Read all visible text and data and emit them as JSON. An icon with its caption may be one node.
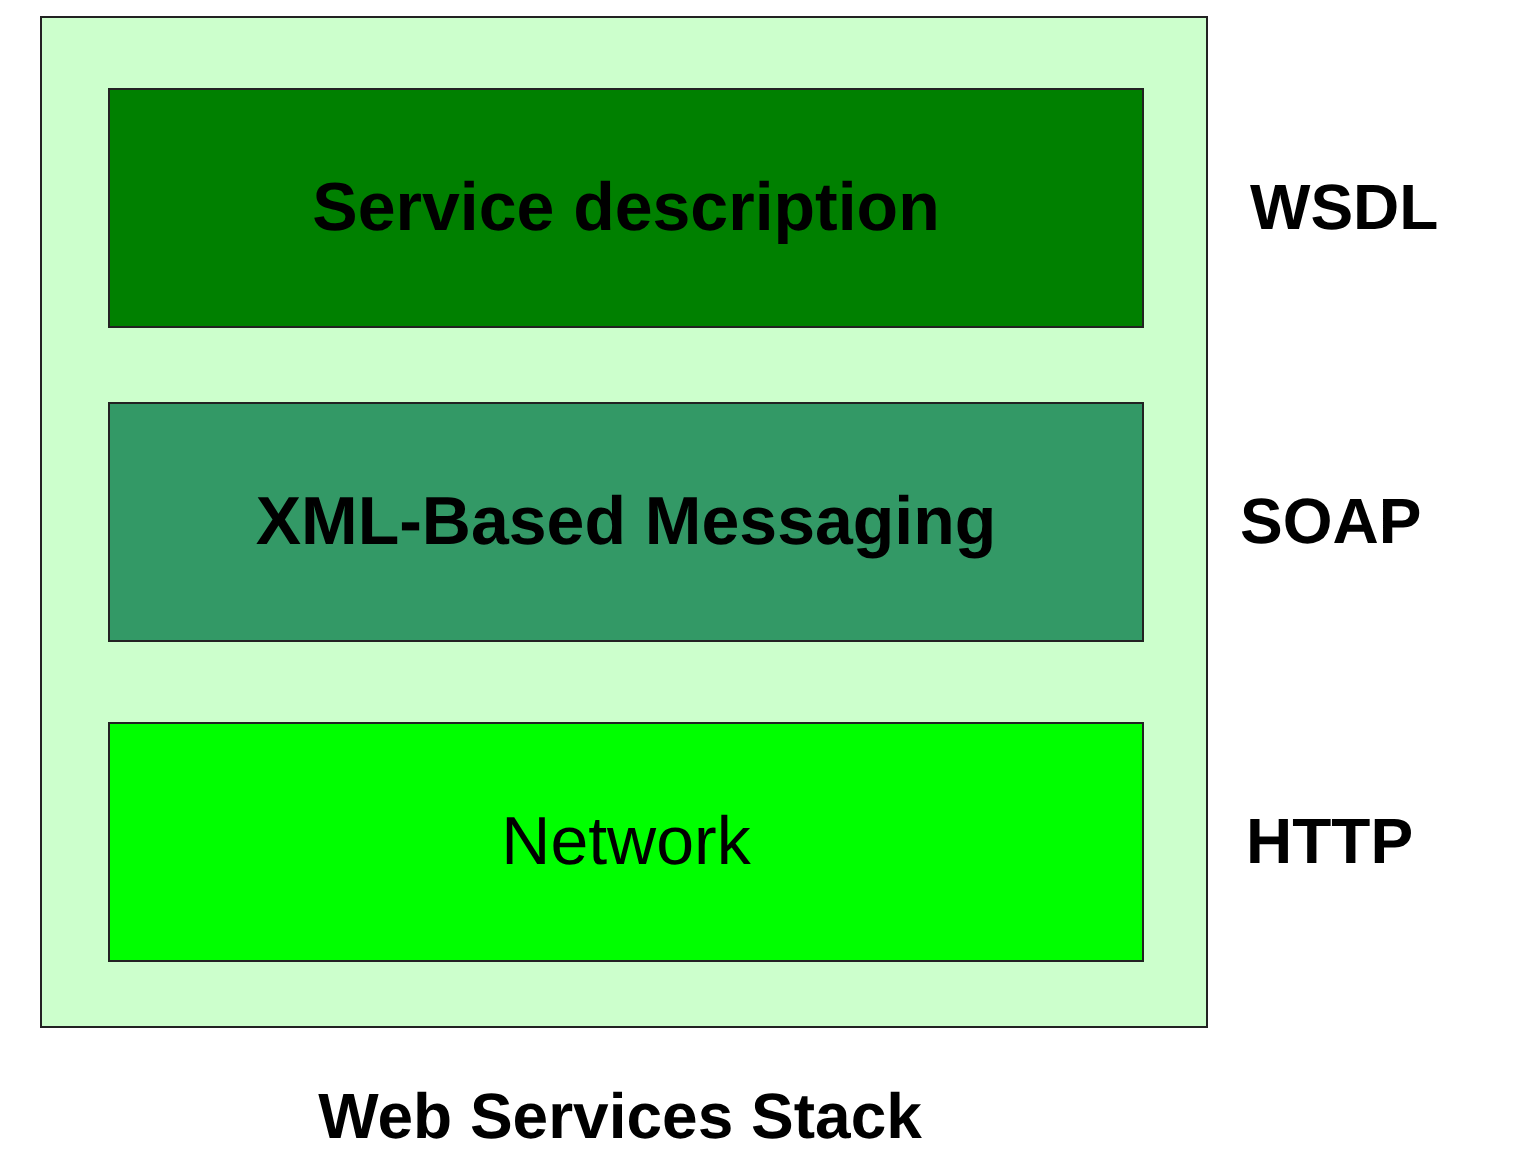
{
  "diagram": {
    "caption": "Web Services Stack",
    "nodes": [
      {
        "text": [],
        "shape": "box"
      },
      {
        "text": [
          "Service description"
        ],
        "in": 0,
        "beside": [
          "WSDL"
        ]
      },
      {
        "text": [
          "XML-Based Messaging"
        ],
        "in": 0,
        "beside": [
          "SOAP"
        ]
      },
      {
        "text": [
          "Network"
        ],
        "in": 0,
        "beside": [
          "HTTP"
        ]
      }
    ],
    "edges": []
  }
}
